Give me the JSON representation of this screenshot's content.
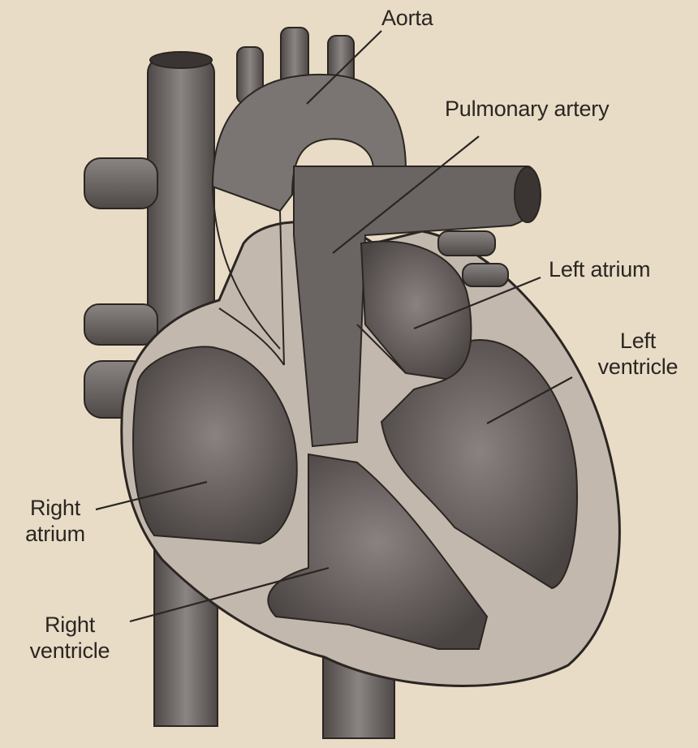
{
  "diagram": {
    "labels": {
      "aorta": "Aorta",
      "pulmonary_artery": "Pulmonary artery",
      "left_atrium": "Left atrium",
      "left_ventricle_line1": "Left",
      "left_ventricle_line2": "ventricle",
      "right_atrium_line1": "Right",
      "right_atrium_line2": "atrium",
      "right_ventricle_line1": "Right",
      "right_ventricle_line2": "ventricle"
    },
    "colors": {
      "background": "#e8dcc6",
      "vessel": "#6e6866",
      "wall": "#b8aea6",
      "chamber": "#5a5452",
      "line": "#2b2622"
    }
  }
}
